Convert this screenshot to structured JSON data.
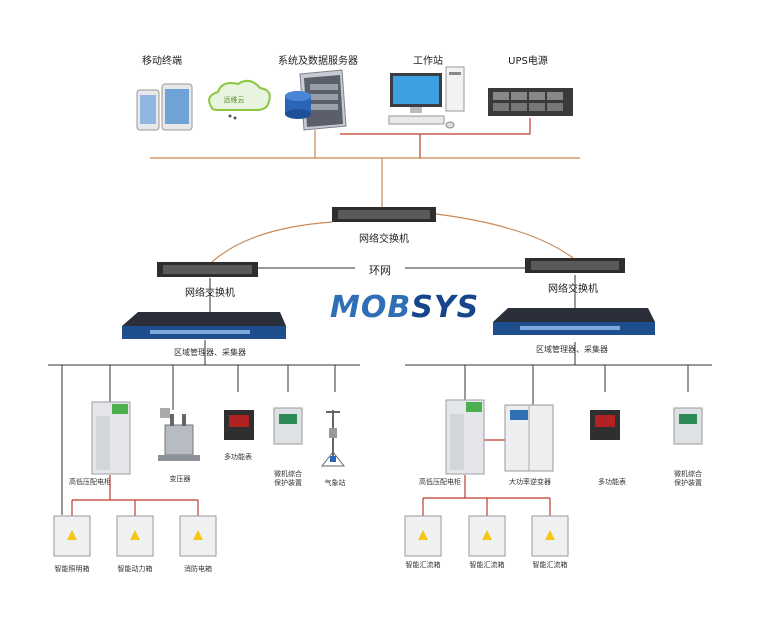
{
  "top": {
    "mobile_label": "移动终端",
    "cloud_text": "远维云",
    "server_label": "系统及数据服务器",
    "workstation_label": "工作站",
    "ups_label": "UPS电源"
  },
  "network": {
    "switch_label": "网络交换机",
    "ring_label": "环网",
    "brand_part1": "MOB",
    "brand_part2": "SYS",
    "collector_label": "区域管理器、采集器"
  },
  "left_devices": {
    "hv_cabinet": "高低压配电柜",
    "transformer": "变压器",
    "meter": "多功能表",
    "protector_line1": "微机综合",
    "protector_line2": "保护装置",
    "weather": "气象站",
    "box1": "智能照明箱",
    "box2": "智能动力箱",
    "box3": "消防电箱"
  },
  "right_devices": {
    "hv_cabinet": "高低压配电柜",
    "inverter": "大功率逆变器",
    "meter": "多功能表",
    "protector_line1": "微机综合",
    "protector_line2": "保护装置",
    "box1": "智能汇流箱",
    "box2": "智能汇流箱",
    "box3": "智能汇流箱"
  },
  "colors": {
    "orange_line": "#c98a55",
    "dark_line": "#333333",
    "red_line": "#c0392b",
    "brand_blue": "#2f6fb6"
  }
}
